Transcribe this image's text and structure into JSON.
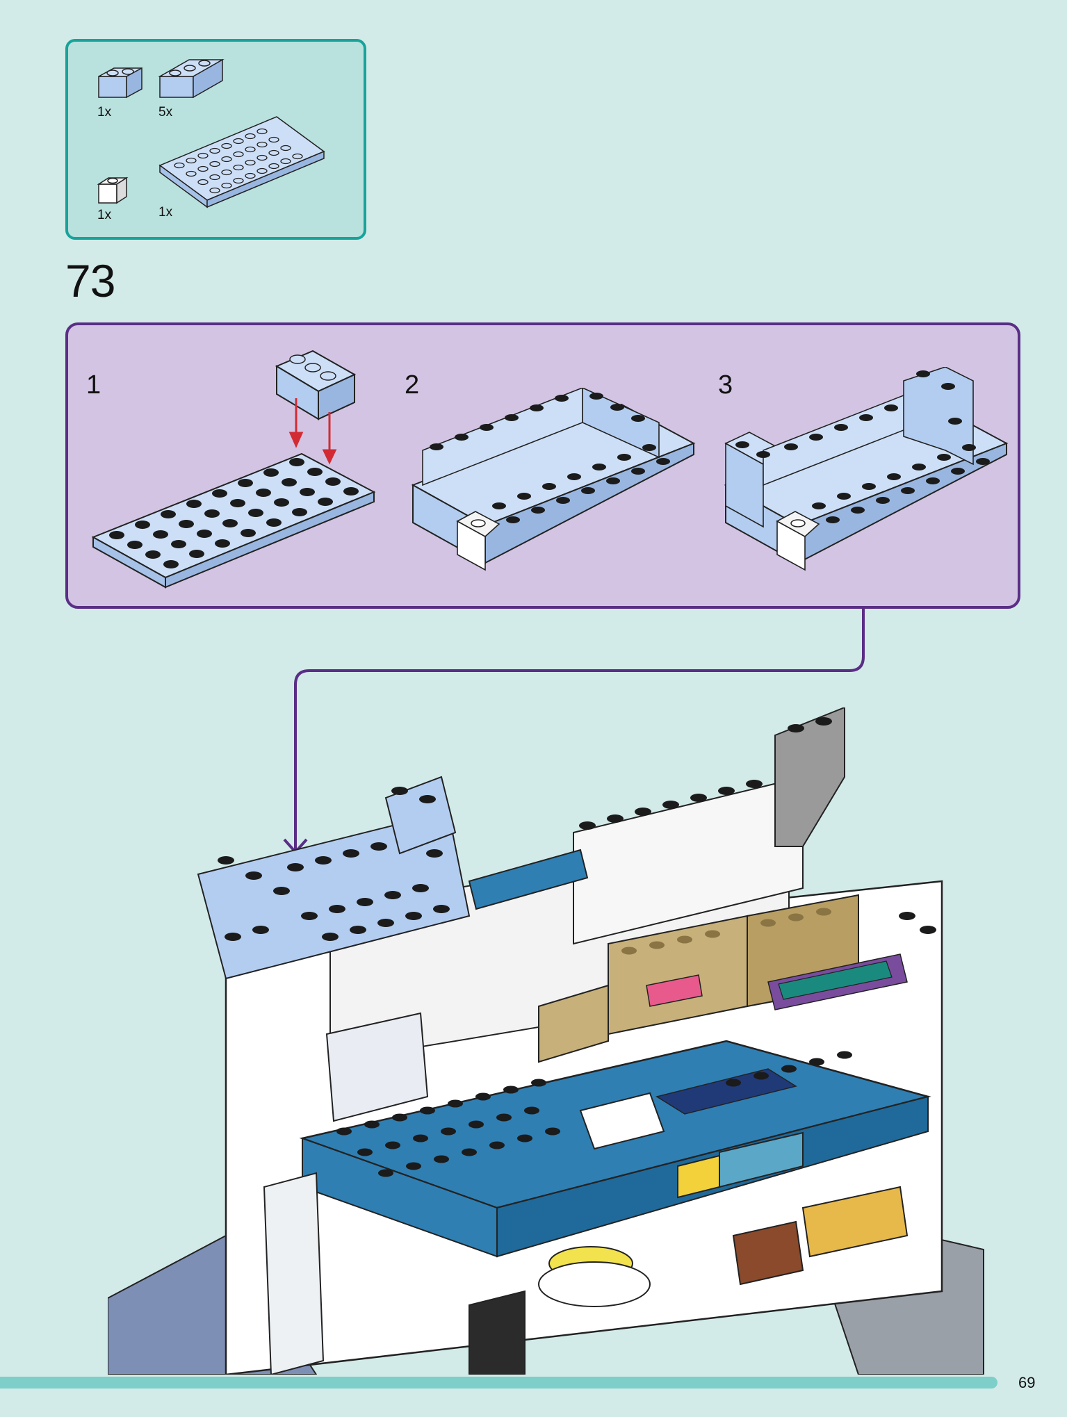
{
  "parts_list": {
    "items": [
      {
        "name": "brick 1x2",
        "color": "#b3cdf0",
        "qty": "1x"
      },
      {
        "name": "brick 1x3",
        "color": "#b3cdf0",
        "qty": "5x"
      },
      {
        "name": "brick 1x1",
        "color": "#ffffff",
        "qty": "1x"
      },
      {
        "name": "plate 4x8",
        "color": "#b3cdf0",
        "qty": "1x"
      }
    ]
  },
  "step": {
    "number": "73"
  },
  "substeps": [
    {
      "number": "1"
    },
    {
      "number": "2"
    },
    {
      "number": "3"
    }
  ],
  "colors": {
    "background": "#d3ebe8",
    "parts_border": "#17a39a",
    "callout_border": "#5a2e86",
    "callout_fill": "#d3c4e3",
    "light_blue": "#b3cdf0",
    "dark_azure": "#2f7fb3",
    "arrow_red": "#d22b33"
  },
  "footer": {
    "page_number": "69"
  }
}
